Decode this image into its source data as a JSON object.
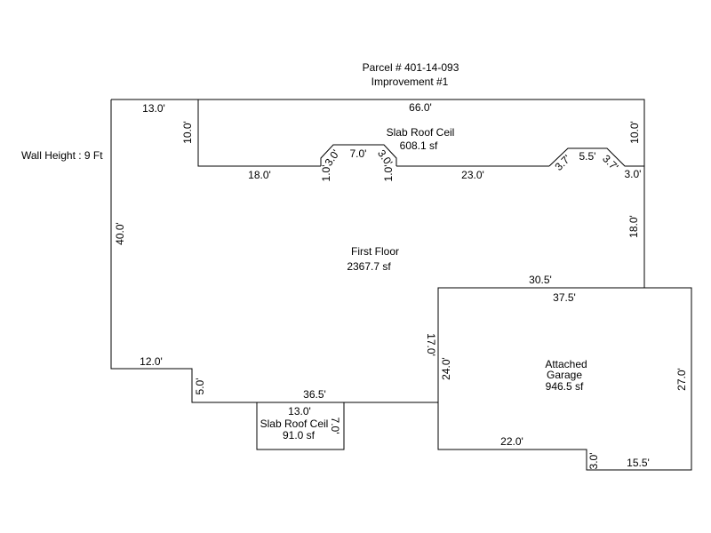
{
  "header": {
    "parcel": "Parcel # 401-14-093",
    "improvement": "Improvement #1"
  },
  "wall_height": "Wall Height : 9 Ft",
  "areas": {
    "slab_roof_top": {
      "name": "Slab Roof Ceil",
      "size": "608.1 sf"
    },
    "first_floor": {
      "name": "First Floor",
      "size": "2367.7 sf"
    },
    "garage": {
      "name_line1": "Attached",
      "name_line2": "Garage",
      "size": "946.5 sf"
    },
    "slab_roof_small": {
      "name": "Slab Roof Ceil",
      "size": "91.0 sf"
    }
  },
  "dims": {
    "d13_top": "13.0'",
    "d66": "66.0'",
    "d10_left": "10.0'",
    "d10_right": "10.0'",
    "d18_bottom": "18.0'",
    "d1_left": "1.0'",
    "d3_left": "3.0'",
    "d7": "7.0'",
    "d3_right": "3.0'",
    "d1_right": "1.0'",
    "d23": "23.0'",
    "d37_left": "3.7'",
    "d55": "5.5'",
    "d37_right": "3.7'",
    "d3_corner": "3.0'",
    "d40": "40.0'",
    "d18_right": "18.0'",
    "d305": "30.5'",
    "d375": "37.5'",
    "d17": "17.0'",
    "d24": "24.0'",
    "d27": "27.0'",
    "d12": "12.0'",
    "d5": "5.0'",
    "d365": "36.5'",
    "d13_small": "13.0'",
    "d7_small": "7.0'",
    "d22": "22.0'",
    "d3_garage": "3.0'",
    "d155": "15.5'"
  }
}
